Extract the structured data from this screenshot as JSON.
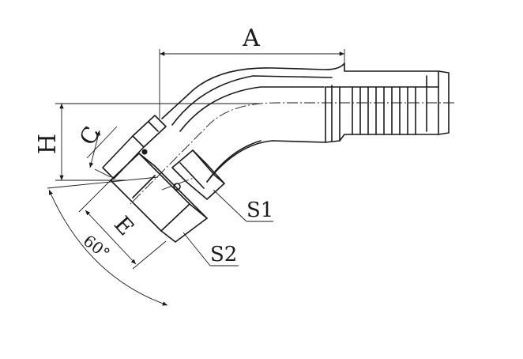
{
  "drawing": {
    "labels": {
      "a": "A",
      "h": "H",
      "c": "C",
      "e": "E",
      "s1": "S1",
      "s2": "S2",
      "angle": "60°"
    },
    "colors": {
      "ink": "#1a1a1a",
      "background": "#ffffff"
    }
  }
}
